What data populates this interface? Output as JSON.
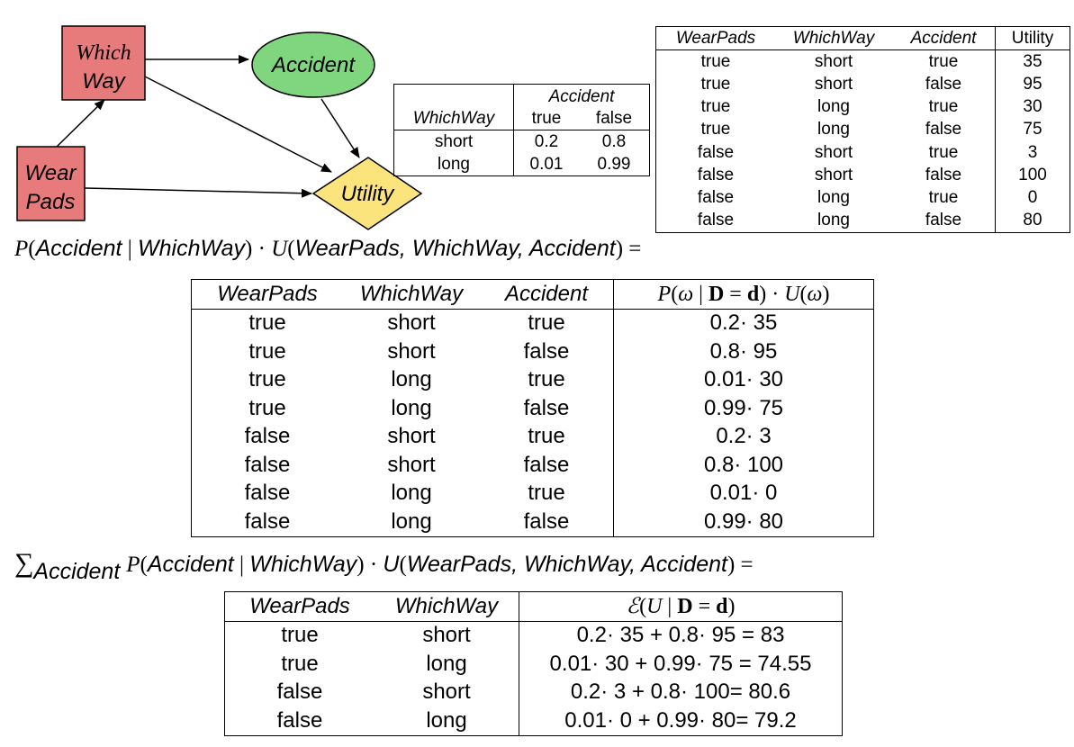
{
  "network": {
    "nodes": {
      "which_way": {
        "line1": "Which",
        "line2": "Way",
        "color": "#e77b7b"
      },
      "wear_pads": {
        "line1": "Wear",
        "line2": "Pads",
        "color": "#e77b7b"
      },
      "accident": {
        "label": "Accident",
        "color": "#7fd67f"
      },
      "utility": {
        "label": "Utility",
        "color": "#fce47c"
      }
    }
  },
  "cpt": {
    "parent_header": "WhichWay",
    "child_header": "Accident",
    "value_headers": [
      "true",
      "false"
    ],
    "rows": [
      {
        "which": "short",
        "t": "0.2",
        "f": "0.8"
      },
      {
        "which": "long",
        "t": "0.01",
        "f": "0.99"
      }
    ]
  },
  "utility_table": {
    "headers": [
      "WearPads",
      "WhichWay",
      "Accident",
      "Utility"
    ],
    "rows": [
      [
        "true",
        "short",
        "true",
        "35"
      ],
      [
        "true",
        "short",
        "false",
        "95"
      ],
      [
        "true",
        "long",
        "true",
        "30"
      ],
      [
        "true",
        "long",
        "false",
        "75"
      ],
      [
        "false",
        "short",
        "true",
        "3"
      ],
      [
        "false",
        "short",
        "false",
        "100"
      ],
      [
        "false",
        "long",
        "true",
        "0"
      ],
      [
        "false",
        "long",
        "false",
        "80"
      ]
    ]
  },
  "equation1": {
    "p": "P",
    "open": "(",
    "arg1": "Accident",
    "bar": " | ",
    "arg2": "WhichWay",
    "close_dot": ") · ",
    "u": "U",
    "open2": "(",
    "args": "WearPads, WhichWay, Accident",
    "close_eq": ") ="
  },
  "product_table": {
    "headers": [
      "WearPads",
      "WhichWay",
      "Accident"
    ],
    "last_header": {
      "p": "P",
      "open": "(",
      "omega": "ω",
      "bar": " | ",
      "D": "D",
      "eq": " = ",
      "d": "d",
      "close": ") · ",
      "u": "U",
      "open2": "(",
      "omega2": "ω",
      "close2": ")"
    },
    "rows": [
      [
        "true",
        "short",
        "true",
        "0.2· 35"
      ],
      [
        "true",
        "short",
        "false",
        "0.8· 95"
      ],
      [
        "true",
        "long",
        "true",
        "0.01· 30"
      ],
      [
        "true",
        "long",
        "false",
        "0.99· 75"
      ],
      [
        "false",
        "short",
        "true",
        "0.2· 3"
      ],
      [
        "false",
        "short",
        "false",
        "0.8· 100"
      ],
      [
        "false",
        "long",
        "true",
        "0.01· 0"
      ],
      [
        "false",
        "long",
        "false",
        "0.99· 80"
      ]
    ]
  },
  "equation2": {
    "sigma": "∑",
    "sub": "Accident",
    "p": "P",
    "open": "(",
    "arg1": "Accident",
    "bar": " | ",
    "arg2": "WhichWay",
    "close_dot": ") · ",
    "u": "U",
    "open2": "(",
    "args": "WearPads, WhichWay, Accident",
    "close_eq": ") ="
  },
  "expected_table": {
    "headers": [
      "WearPads",
      "WhichWay"
    ],
    "last_header": {
      "e": "ℰ",
      "open": "(",
      "u": "U",
      "bar": " | ",
      "D": "D",
      "eq": " = ",
      "d": "d",
      "close": ")"
    },
    "rows": [
      [
        "true",
        "short",
        "0.2· 35 + 0.8· 95 = 83"
      ],
      [
        "true",
        "long",
        "0.01· 30 + 0.99· 75 = 74.55"
      ],
      [
        "false",
        "short",
        "0.2· 3 + 0.8· 100= 80.6"
      ],
      [
        "false",
        "long",
        "0.01· 0 + 0.99· 80= 79.2"
      ]
    ]
  }
}
